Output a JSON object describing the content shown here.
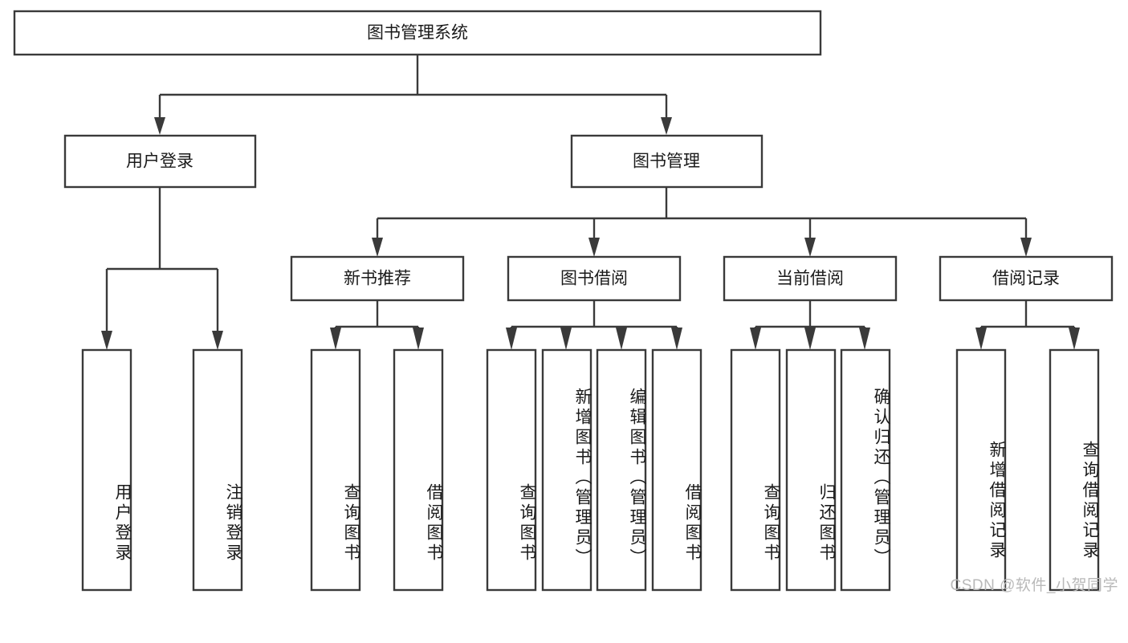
{
  "diagram": {
    "title": "图书管理系统",
    "type": "hierarchy-tree",
    "orientation": "top-down",
    "levels": 4,
    "box_fill": "#ffffff",
    "box_stroke": "#3a3a3a",
    "text_color": "#1a1a1a"
  },
  "root": {
    "label": "图书管理系统"
  },
  "level2": [
    {
      "label": "用户登录"
    },
    {
      "label": "图书管理"
    }
  ],
  "level3": [
    {
      "label": "新书推荐"
    },
    {
      "label": "图书借阅"
    },
    {
      "label": "当前借阅"
    },
    {
      "label": "借阅记录"
    }
  ],
  "leaves": {
    "user_login": [
      {
        "label": "用户登录"
      },
      {
        "label": "注销登录"
      }
    ],
    "new_book_recommend": [
      {
        "label": "查询图书"
      },
      {
        "label": "借阅图书"
      }
    ],
    "book_borrow": [
      {
        "label": "查询图书"
      },
      {
        "label": "新增图书（管理员）"
      },
      {
        "label": "编辑图书（管理员）"
      },
      {
        "label": "借阅图书"
      }
    ],
    "current_borrow": [
      {
        "label": "查询图书"
      },
      {
        "label": "归还图书"
      },
      {
        "label": "确认归还（管理员）"
      }
    ],
    "borrow_record": [
      {
        "label": "新增借阅记录"
      },
      {
        "label": "查询借阅记录"
      }
    ]
  },
  "watermark": {
    "text": "CSDN @软件_小贺同学"
  }
}
